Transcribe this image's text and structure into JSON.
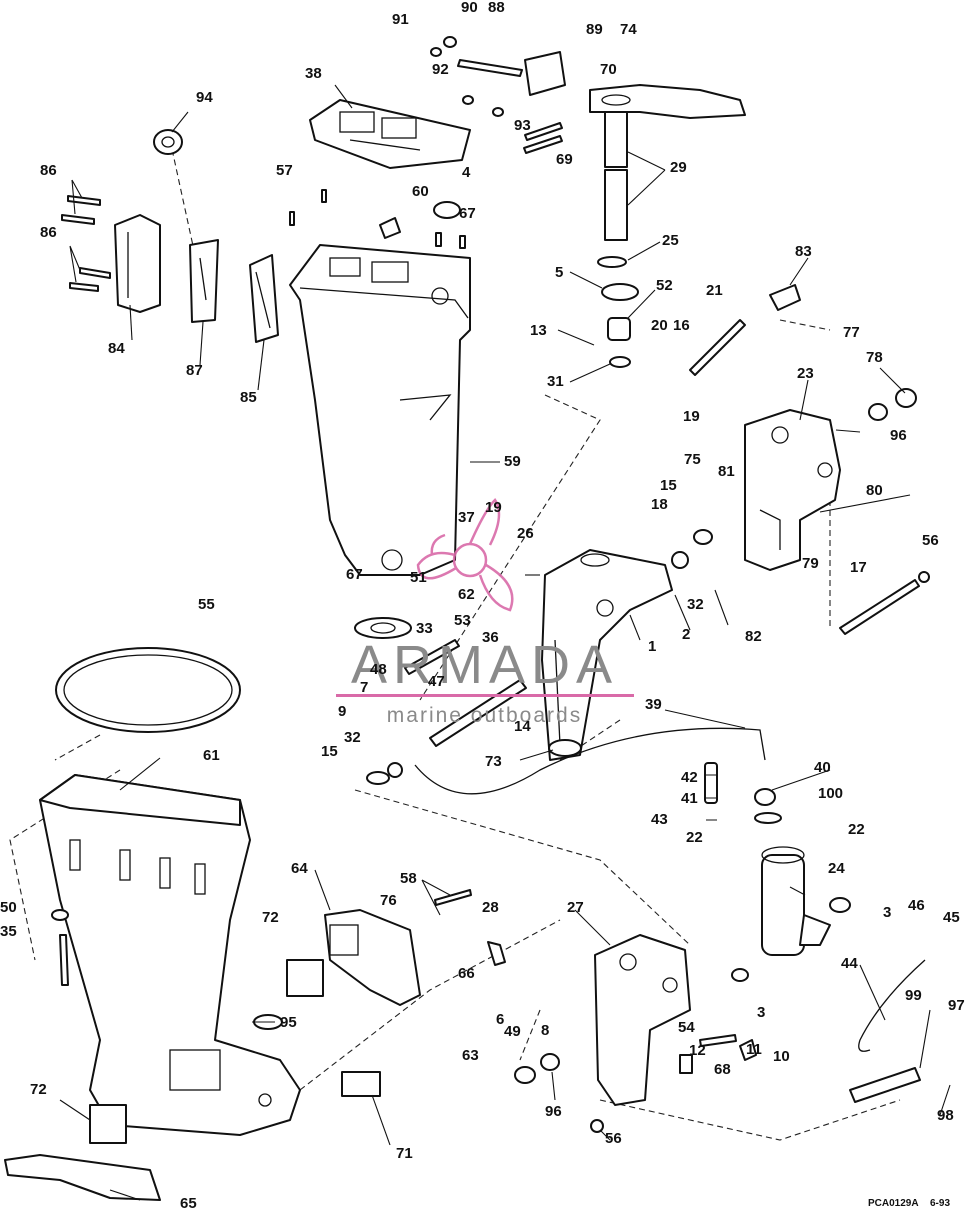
{
  "watermark": {
    "name": "ARMADA",
    "tagline": "marine outboards",
    "accent_color": "#d96aa8",
    "text_color": "#8a8a8a"
  },
  "figure": {
    "code": "PCA0129A",
    "date": "6-93"
  },
  "callouts": [
    "91",
    "90",
    "88",
    "89",
    "74",
    "92",
    "70",
    "38",
    "93",
    "94",
    "69",
    "29",
    "86",
    "57",
    "60",
    "4",
    "67",
    "25",
    "86",
    "5",
    "52",
    "83",
    "21",
    "20",
    "16",
    "77",
    "13",
    "31",
    "84",
    "87",
    "85",
    "19",
    "78",
    "23",
    "96",
    "59",
    "75",
    "81",
    "15",
    "80",
    "18",
    "37",
    "19",
    "26",
    "79",
    "56",
    "51",
    "62",
    "32",
    "17",
    "67",
    "53",
    "82",
    "33",
    "2",
    "1",
    "36",
    "48",
    "47",
    "14",
    "7",
    "9",
    "32",
    "39",
    "73",
    "15",
    "55",
    "42",
    "40",
    "41",
    "100",
    "43",
    "61",
    "22",
    "22",
    "24",
    "58",
    "50",
    "64",
    "28",
    "27",
    "3",
    "46",
    "45",
    "35",
    "72",
    "76",
    "66",
    "44",
    "95",
    "6",
    "49",
    "8",
    "54",
    "3",
    "99",
    "97",
    "12",
    "68",
    "11",
    "10",
    "63",
    "96",
    "72",
    "56",
    "98",
    "71",
    "65"
  ]
}
